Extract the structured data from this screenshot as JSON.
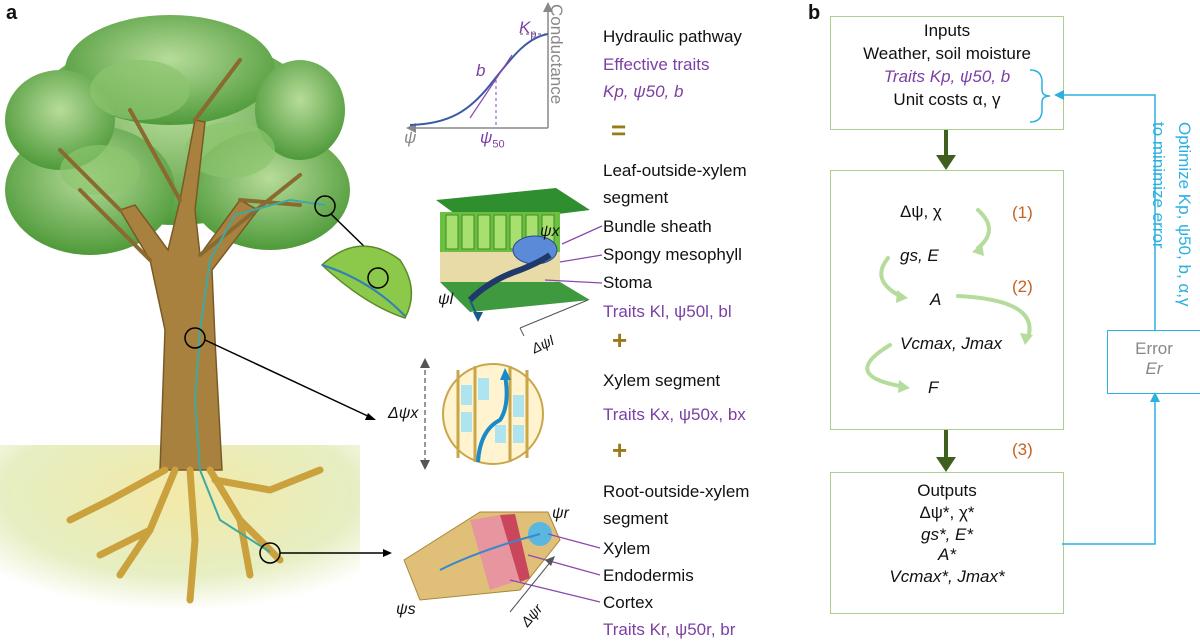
{
  "panel_a": {
    "letter": "a",
    "curve": {
      "k_label": "K",
      "k_sub": "p",
      "b_label": "b",
      "psi50": "ψ",
      "psi50_sub": "50",
      "x_axis": "ψ",
      "y_axis": "Conductance"
    },
    "hydraulic": {
      "title": "Hydraulic pathway",
      "subtitle": "Effective traits",
      "traits": "Kp, ψ50, b",
      "equals": "="
    },
    "leaf": {
      "title_line1": "Leaf-outside-xylem",
      "title_line2": "segment",
      "labels": [
        "Bundle sheath",
        "Spongy mesophyll",
        "Stoma"
      ],
      "traits": "Traits Kl, ψ50l, bl",
      "psi_x": "ψx",
      "psi_l": "ψl",
      "delta": "Δψl"
    },
    "plus1": "+",
    "xylem": {
      "title": "Xylem segment",
      "traits": "Traits Kx, ψ50x, bx",
      "delta": "Δψx"
    },
    "plus2": "+",
    "root": {
      "title_line1": "Root-outside-xylem",
      "title_line2": "segment",
      "labels": [
        "Xylem",
        "Endodermis",
        "Cortex"
      ],
      "traits": "Traits Kr, ψ50r, br",
      "psi_r": "ψr",
      "psi_s": "ψs",
      "delta": "Δψr"
    }
  },
  "panel_b": {
    "letter": "b",
    "inputs": {
      "title": "Inputs",
      "line1": "Weather, soil moisture",
      "traits": "Traits Kp, ψ50, b",
      "costs": "Unit costs α, γ"
    },
    "process": {
      "r1": "Δψ, χ",
      "r2": "gs, E",
      "r3": "A",
      "r4": "Vcmax, Jmax",
      "r5": "F",
      "step1": "(1)",
      "step2": "(2)",
      "step3": "(3)"
    },
    "outputs": {
      "title": "Outputs",
      "l1": "Δψ*, χ*",
      "l2": "gs*, E*",
      "l3": "A*",
      "l4": "Vcmax*, Jmax*"
    },
    "error": {
      "label": "Error",
      "symbol": "Er"
    },
    "optimize": {
      "line1": "Optimize Kp, ψ50, b, α,γ",
      "line2": "to minimize error"
    }
  },
  "colors": {
    "trait_purple": "#7b3fa6",
    "box_green": "#a9d08e",
    "arrow_dark_green": "#3f5f1f",
    "cycle_green": "#b5dc9c",
    "feedback_cyan": "#2bb0e0",
    "step_orange": "#c4621f"
  }
}
